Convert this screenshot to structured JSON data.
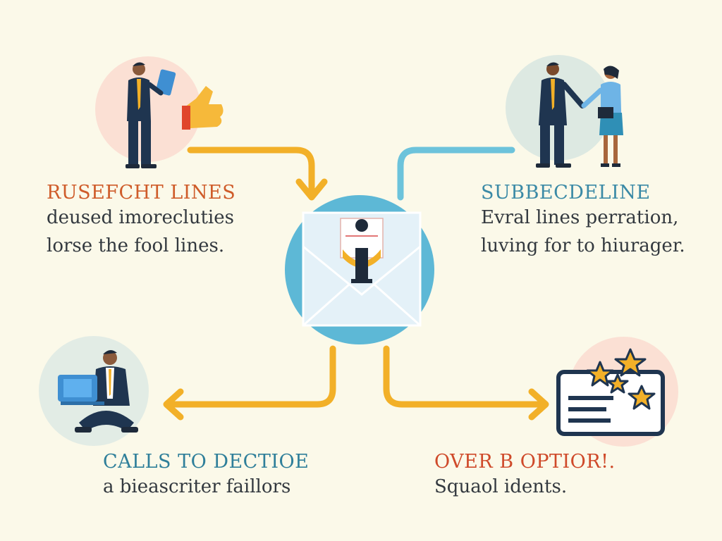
{
  "colors": {
    "background": "#fbf9e9",
    "arrow_orange": "#f2b028",
    "arrow_blue": "#6cc3db",
    "hub_circle": "#5db8d6",
    "orange_heading": "#cf5c2a",
    "blue_heading": "#3b8aa6"
  },
  "hub": {
    "icon": "envelope-icon"
  },
  "nodes": {
    "top_left": {
      "icon": "businessman-thumbs-up-icon",
      "heading": "RUSEFCHT LINES",
      "lines": [
        "deused imorecluties",
        "lorse the fool lines."
      ]
    },
    "top_right": {
      "icon": "handshake-icon",
      "heading": "SUBBECDELINE",
      "lines": [
        "Evral lines perration,",
        "luving for to hiurager."
      ]
    },
    "bottom_left": {
      "icon": "person-with-laptop-icon",
      "heading": "CALLS TO DECTIOE",
      "lines": [
        "a bieascriter faillors"
      ]
    },
    "bottom_right": {
      "icon": "star-rating-card-icon",
      "heading": "OVER B OPTIOR!.",
      "lines": [
        "Squaol idents."
      ]
    }
  }
}
